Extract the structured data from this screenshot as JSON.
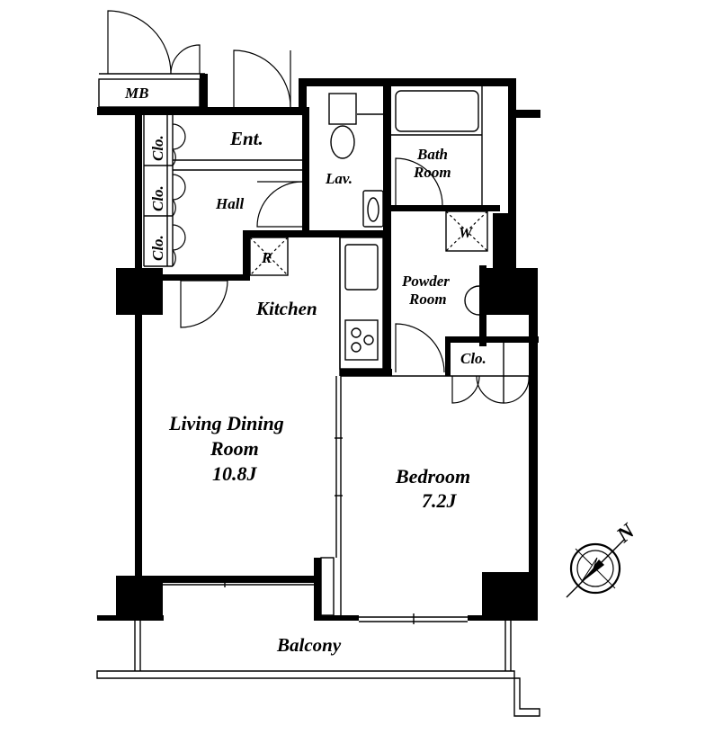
{
  "rooms": {
    "mb": "MB",
    "entrance": "Ent.",
    "hall": "Hall",
    "closet_1": "Clo.",
    "closet_2": "Clo.",
    "closet_3": "Clo.",
    "closet_bedroom": "Clo.",
    "lavatory": "Lav.",
    "bath_line1": "Bath",
    "bath_line2": "Room",
    "washer": "W",
    "refrigerator": "R",
    "powder_line1": "Powder",
    "powder_line2": "Room",
    "kitchen": "Kitchen",
    "living_line1": "Living Dining",
    "living_line2": "Room",
    "living_size": "10.8J",
    "bedroom": "Bedroom",
    "bedroom_size": "7.2J",
    "balcony": "Balcony"
  },
  "compass": {
    "north_label": "N",
    "icon": "north-arrow-icon"
  },
  "colors": {
    "wall": "#000000",
    "background": "#ffffff"
  }
}
